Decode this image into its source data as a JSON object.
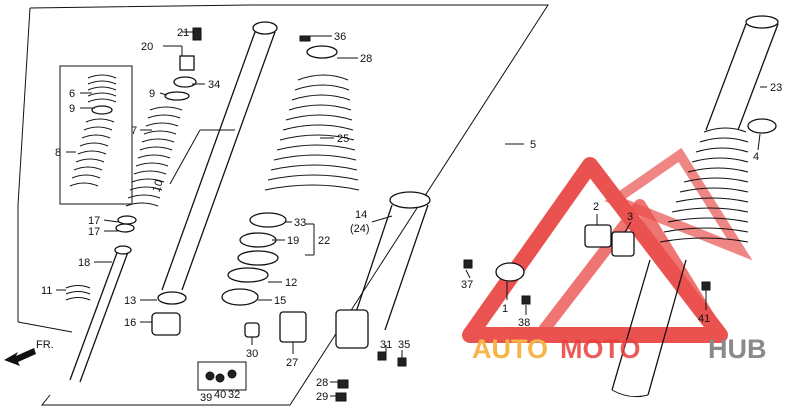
{
  "diagram": {
    "callouts": [
      {
        "id": "c21",
        "text": "21"
      },
      {
        "id": "c20",
        "text": "20"
      },
      {
        "id": "c34",
        "text": "34"
      },
      {
        "id": "c9a",
        "text": "9"
      },
      {
        "id": "c9b",
        "text": "9"
      },
      {
        "id": "c6",
        "text": "6"
      },
      {
        "id": "c7",
        "text": "7"
      },
      {
        "id": "c8",
        "text": "8"
      },
      {
        "id": "c10",
        "text": "10"
      },
      {
        "id": "c17a",
        "text": "17"
      },
      {
        "id": "c17b",
        "text": "17"
      },
      {
        "id": "c18",
        "text": "18"
      },
      {
        "id": "c11",
        "text": "11"
      },
      {
        "id": "c13",
        "text": "13"
      },
      {
        "id": "c16",
        "text": "16"
      },
      {
        "id": "c36",
        "text": "36"
      },
      {
        "id": "c28a",
        "text": "28"
      },
      {
        "id": "c25",
        "text": "25"
      },
      {
        "id": "c33",
        "text": "33"
      },
      {
        "id": "c19",
        "text": "19"
      },
      {
        "id": "c22",
        "text": "22"
      },
      {
        "id": "c12",
        "text": "12"
      },
      {
        "id": "c15",
        "text": "15"
      },
      {
        "id": "c30",
        "text": "30"
      },
      {
        "id": "c27",
        "text": "27"
      },
      {
        "id": "c14",
        "text": "14"
      },
      {
        "id": "c24",
        "text": "(24)"
      },
      {
        "id": "c31",
        "text": "31"
      },
      {
        "id": "c35",
        "text": "35"
      },
      {
        "id": "c28b",
        "text": "28"
      },
      {
        "id": "c29",
        "text": "29"
      },
      {
        "id": "c39",
        "text": "39"
      },
      {
        "id": "c40",
        "text": "40"
      },
      {
        "id": "c32",
        "text": "32"
      },
      {
        "id": "c5",
        "text": "5"
      },
      {
        "id": "c23",
        "text": "23"
      },
      {
        "id": "c4",
        "text": "4"
      },
      {
        "id": "c2",
        "text": "2"
      },
      {
        "id": "c3",
        "text": "3"
      },
      {
        "id": "c37",
        "text": "37"
      },
      {
        "id": "c1",
        "text": "1"
      },
      {
        "id": "c38",
        "text": "38"
      },
      {
        "id": "c41",
        "text": "41"
      }
    ],
    "front_marker": "FR."
  },
  "watermark": {
    "part1": "AUTO",
    "part2": "MOTO",
    "part3": "HUB",
    "colors": {
      "primary": "#e8403c",
      "secondary": "#f6b44a",
      "tertiary": "#8a8a8a"
    }
  }
}
